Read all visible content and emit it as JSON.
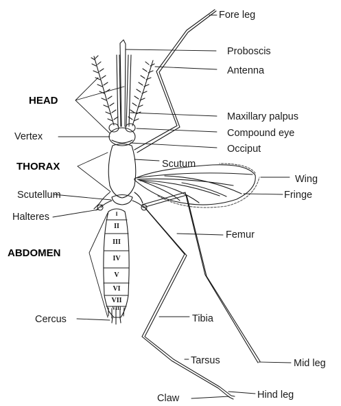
{
  "section_labels": {
    "head": "HEAD",
    "thorax": "THORAX",
    "abdomen": "ABDOMEN"
  },
  "part_labels": {
    "fore_leg": "Fore leg",
    "proboscis": "Proboscis",
    "antenna": "Antenna",
    "maxillary_palpus": "Maxillary palpus",
    "compound_eye": "Compound eye",
    "vertex": "Vertex",
    "occiput": "Occiput",
    "scutum": "Scutum",
    "wing": "Wing",
    "fringe": "Fringe",
    "scutellum": "Scutellum",
    "halteres": "Halteres",
    "femur": "Femur",
    "cercus": "Cercus",
    "tibia": "Tibia",
    "tarsus": "Tarsus",
    "mid_leg": "Mid leg",
    "hind_leg": "Hind leg",
    "claw": "Claw"
  },
  "segments": [
    "I",
    "II",
    "III",
    "IV",
    "V",
    "VI",
    "VII",
    "VIII"
  ],
  "colors": {
    "line": "#1a1a1a",
    "fringe": "#555555",
    "background": "#ffffff"
  }
}
